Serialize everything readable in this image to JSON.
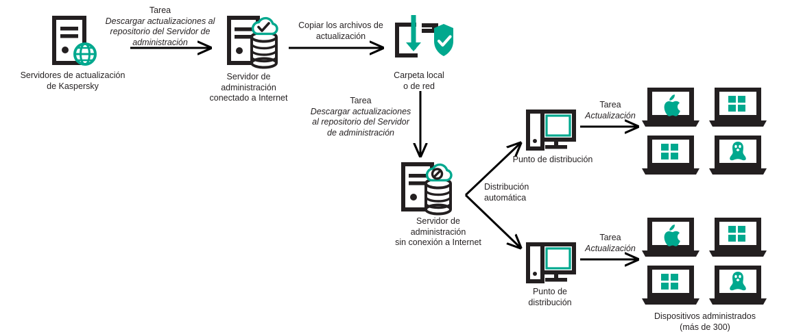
{
  "diagram": {
    "title": "Kaspersky update distribution for isolated Administration Server",
    "colors": {
      "accent_teal": "#00a88e",
      "ink": "#231f20",
      "background": "#ffffff"
    },
    "nodes": {
      "kaspersky_update_servers": {
        "caption": "Servidores de actualización\nde Kaspersky",
        "icon": "server-tower-globe-icon"
      },
      "admin_server_online": {
        "caption": "Servidor de\nadministración\nconectado a Internet",
        "icon": "server-database-cloud-check-icon"
      },
      "local_folder": {
        "caption": "Carpeta local\no de red",
        "icon": "folder-download-shield-icon"
      },
      "admin_server_offline": {
        "caption": "Servidor de\nadministración\nsin conexión a Internet",
        "icon": "server-database-cloud-blocked-icon"
      },
      "distribution_point_top": {
        "caption": "Punto de distribución",
        "icon": "desktop-computer-icon"
      },
      "distribution_point_bottom": {
        "caption": "Punto de\ndistribución",
        "icon": "desktop-computer-icon"
      },
      "managed_devices": {
        "caption": "Dispositivos administrados\n(más de 300)",
        "devices_top": [
          {
            "os": "macos",
            "icon": "laptop-apple-icon"
          },
          {
            "os": "windows",
            "icon": "laptop-windows-icon"
          },
          {
            "os": "windows",
            "icon": "laptop-windows-icon"
          },
          {
            "os": "linux",
            "icon": "laptop-linux-icon"
          }
        ],
        "devices_bottom": [
          {
            "os": "macos",
            "icon": "laptop-apple-icon"
          },
          {
            "os": "windows",
            "icon": "laptop-windows-icon"
          },
          {
            "os": "windows",
            "icon": "laptop-windows-icon"
          },
          {
            "os": "linux",
            "icon": "laptop-linux-icon"
          }
        ]
      }
    },
    "edges": {
      "download_to_online_server": {
        "label_regular": "Tarea",
        "label_italic": "Descargar actualizaciones al repositorio del Servidor de administración",
        "direction": "right"
      },
      "copy_files": {
        "label_regular": "Copiar los archivos de actualización",
        "label_italic": "",
        "direction": "right"
      },
      "download_to_offline_server": {
        "label_regular": "Tarea",
        "label_italic": "Descargar actualizaciones al repositorio del Servidor de administración",
        "direction": "down"
      },
      "automatic_distribution": {
        "label_regular": "Distribución automática",
        "label_italic": "",
        "direction": "branch"
      },
      "update_task_top": {
        "label_regular": "Tarea",
        "label_italic": "Actualización",
        "direction": "right"
      },
      "update_task_bottom": {
        "label_regular": "Tarea",
        "label_italic": "Actualización",
        "direction": "right"
      }
    }
  }
}
